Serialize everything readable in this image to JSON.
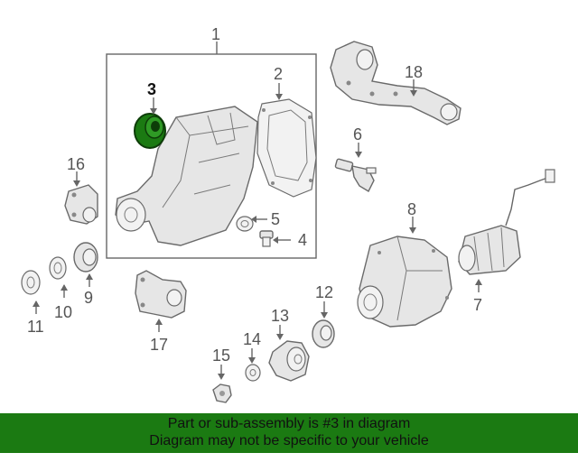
{
  "callouts": {
    "c1": "1",
    "c2": "2",
    "c3": "3",
    "c4": "4",
    "c5": "5",
    "c6": "6",
    "c7": "7",
    "c8": "8",
    "c9": "9",
    "c10": "10",
    "c11": "11",
    "c12": "12",
    "c13": "13",
    "c14": "14",
    "c15": "15",
    "c16": "16",
    "c17": "17",
    "c18": "18"
  },
  "highlight": {
    "part_number": "3",
    "color": "#1b7a12"
  },
  "banner": {
    "line1": "Part or sub-assembly is #3 in diagram",
    "line2": "Diagram may not be specific to your vehicle"
  }
}
